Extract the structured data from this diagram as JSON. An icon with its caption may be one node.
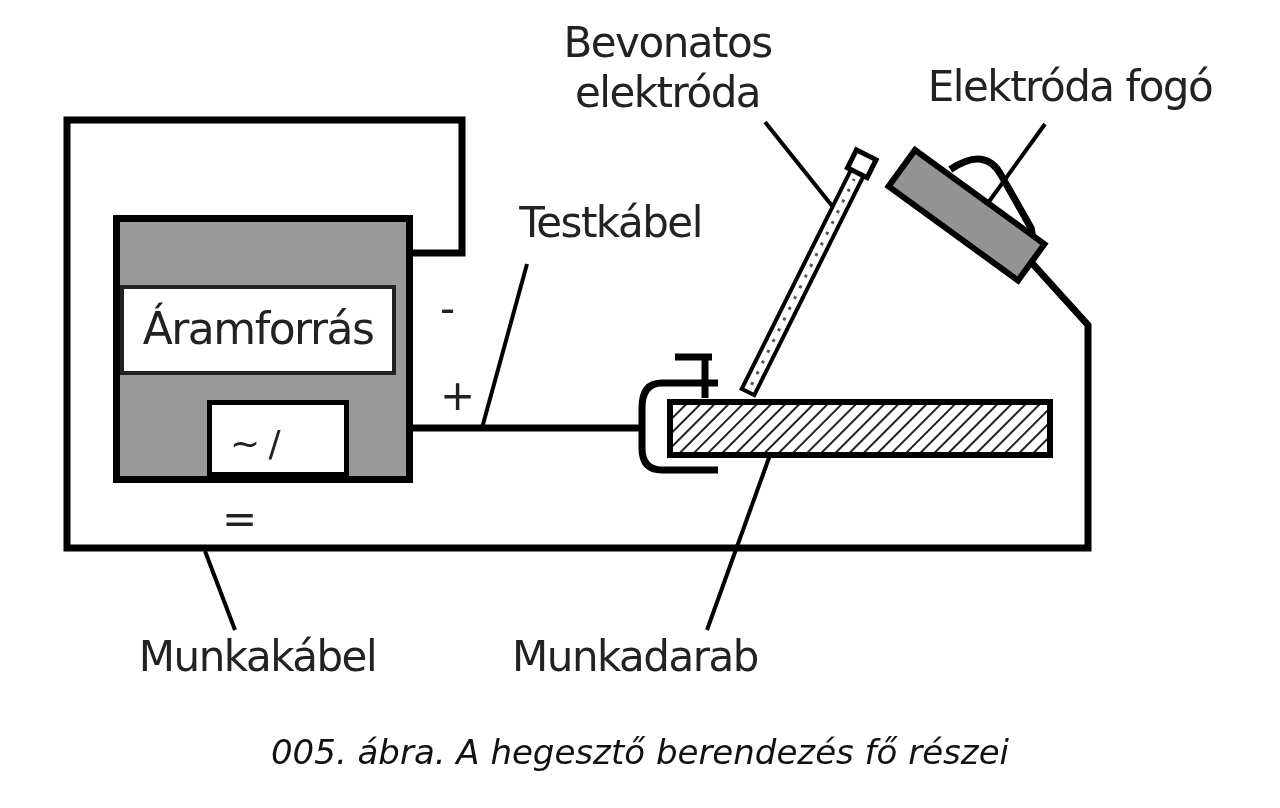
{
  "diagram": {
    "caption": "005. ábra. A hegesztő berendezés fő részei",
    "nodes": [
      {
        "text": [
          "Bevonatos elektróda"
        ]
      },
      {
        "text": [
          "Elektróda fogó"
        ]
      },
      {
        "text": [],
        "shape": "bar"
      },
      {
        "text": [],
        "shape": "box"
      },
      {
        "text": [
          "Áramforrás"
        ]
      },
      {
        "text": [
          "~ /"
        ],
        "in": 4
      },
      {
        "text": [
          "Testkábel"
        ]
      },
      {
        "text": [],
        "shape": "bar"
      },
      {
        "text": [
          "Munkakábel"
        ]
      },
      {
        "text": [
          "Munkadarab"
        ]
      }
    ],
    "edges": [
      {
        "from": 0,
        "to": 2,
        "arrow": "none"
      },
      {
        "from": 1,
        "to": 3,
        "arrow": "none"
      },
      {
        "from": 6,
        "to": null,
        "arrow": "none"
      },
      {
        "from": 8,
        "to": null,
        "arrow": "none"
      },
      {
        "from": 9,
        "to": 7,
        "arrow": "none"
      },
      {
        "from": 4,
        "to": 3,
        "arrow": "none"
      },
      {
        "from": 4,
        "to": 7,
        "arrow": "none"
      }
    ],
    "labels": [
      "-",
      "+",
      "="
    ]
  }
}
